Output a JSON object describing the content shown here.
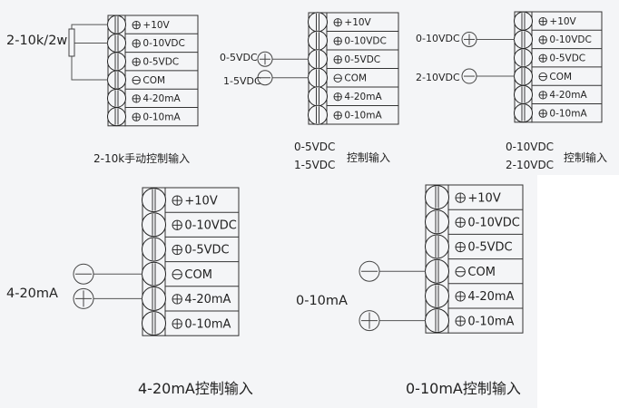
{
  "colors": {
    "background": "#f4f5f7",
    "panel_white": "#ffffff",
    "line": "#333333",
    "wire": "#555555",
    "block_fill": "#f4f5f7"
  },
  "terminal_labels": [
    {
      "sign": "plus",
      "text": "+10V"
    },
    {
      "sign": "plus",
      "text": "0-10VDC"
    },
    {
      "sign": "plus",
      "text": "0-5VDC"
    },
    {
      "sign": "minus",
      "text": "COM"
    },
    {
      "sign": "plus",
      "text": "4-20mA"
    },
    {
      "sign": "plus",
      "text": "0-10mA"
    }
  ],
  "diagrams": [
    {
      "id": "pot",
      "source_label": "2-10k/2w",
      "caption": "2-10k手动控制输入",
      "connections": [
        "+10V",
        "0-10VDC",
        "COM"
      ]
    },
    {
      "id": "v5",
      "sources": [
        {
          "sign": "plus",
          "label": "0-5VDC",
          "terminal": "0-5VDC"
        },
        {
          "sign": "minus",
          "label": "1-5VDC",
          "terminal": "COM"
        }
      ],
      "caption_lines": [
        "0-5VDC",
        "1-5VDC"
      ],
      "caption_suffix": "控制输入"
    },
    {
      "id": "v10",
      "sources": [
        {
          "sign": "plus",
          "label": "0-10VDC",
          "terminal": "0-10VDC"
        },
        {
          "sign": "minus",
          "label": "2-10VDC",
          "terminal": "COM"
        }
      ],
      "caption_lines": [
        "0-10VDC",
        "2-10VDC"
      ],
      "caption_suffix": "控制输入"
    },
    {
      "id": "ma420",
      "source_label": "4-20mA",
      "sources": [
        {
          "sign": "minus",
          "terminal": "COM"
        },
        {
          "sign": "plus",
          "terminal": "4-20mA"
        }
      ],
      "caption": "4-20mA控制输入"
    },
    {
      "id": "ma010",
      "source_label": "0-10mA",
      "sources": [
        {
          "sign": "minus",
          "terminal": "COM"
        },
        {
          "sign": "plus",
          "terminal": "0-10mA"
        }
      ],
      "caption": "0-10mA控制输入"
    }
  ]
}
